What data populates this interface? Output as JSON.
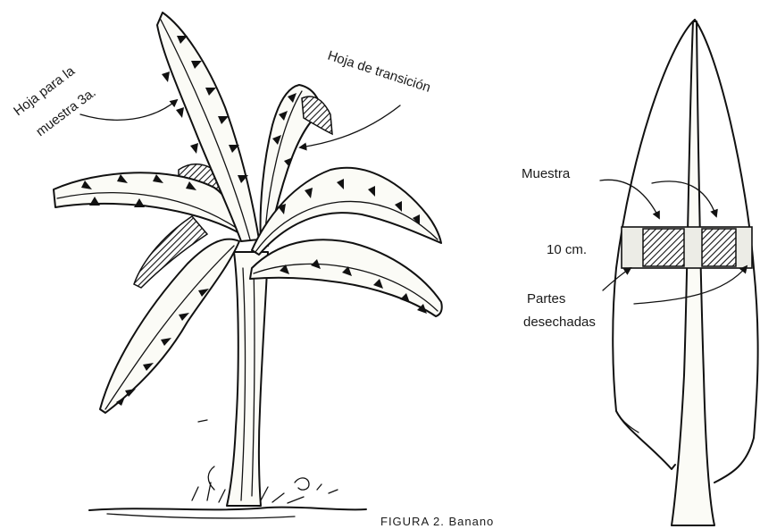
{
  "labels": {
    "sample_leaf_line1": "Hoja para la",
    "sample_leaf_line2": "muestra 3a.",
    "transition_leaf": "Hoja de transición",
    "sample": "Muestra",
    "band_width": "10 cm.",
    "discarded_line1": "Partes",
    "discarded_line2": "desechadas",
    "caption": "FIGURA 2. Banano"
  }
}
